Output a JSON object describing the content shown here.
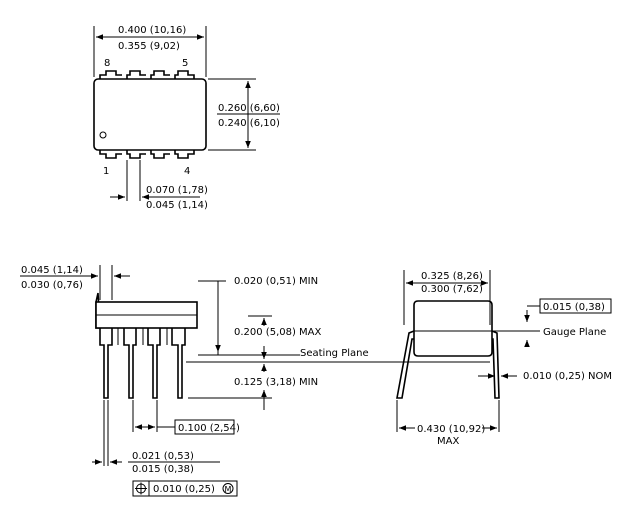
{
  "top_view": {
    "width_max": "0.400 (10,16)",
    "width_min": "0.355 (9,02)",
    "height_max": "0.260 (6,60)",
    "height_min": "0.240 (6,10)",
    "pitch_max": "0.070 (1,78)",
    "pitch_min": "0.045 (1,14)",
    "pin_8": "8",
    "pin_5": "5",
    "pin_1": "1",
    "pin_4": "4"
  },
  "side_view": {
    "shoulder_max": "0.045 (1,14)",
    "shoulder_min": "0.030 (0,76)",
    "standoff": "0.020 (0,51) MIN",
    "body_height": "0.200 (5,08) MAX",
    "seating_plane": "Seating Plane",
    "lead_length": "0.125 (3,18) MIN",
    "lead_pitch": "0.100 (2,54)",
    "lead_width_max": "0.021 (0,53)",
    "lead_width_min": "0.015 (0,38)",
    "position_tolerance": "0.010 (0,25)",
    "mmc_symbol": "M"
  },
  "end_view": {
    "row_spacing_max": "0.325 (8,26)",
    "row_spacing_min": "0.300 (7,62)",
    "gauge_offset": "0.015 (0,38)",
    "gauge_plane": "Gauge Plane",
    "lead_thickness": "0.010 (0,25) NOM",
    "overall_width": "0.430 (10,92)",
    "overall_width_max": "MAX"
  }
}
